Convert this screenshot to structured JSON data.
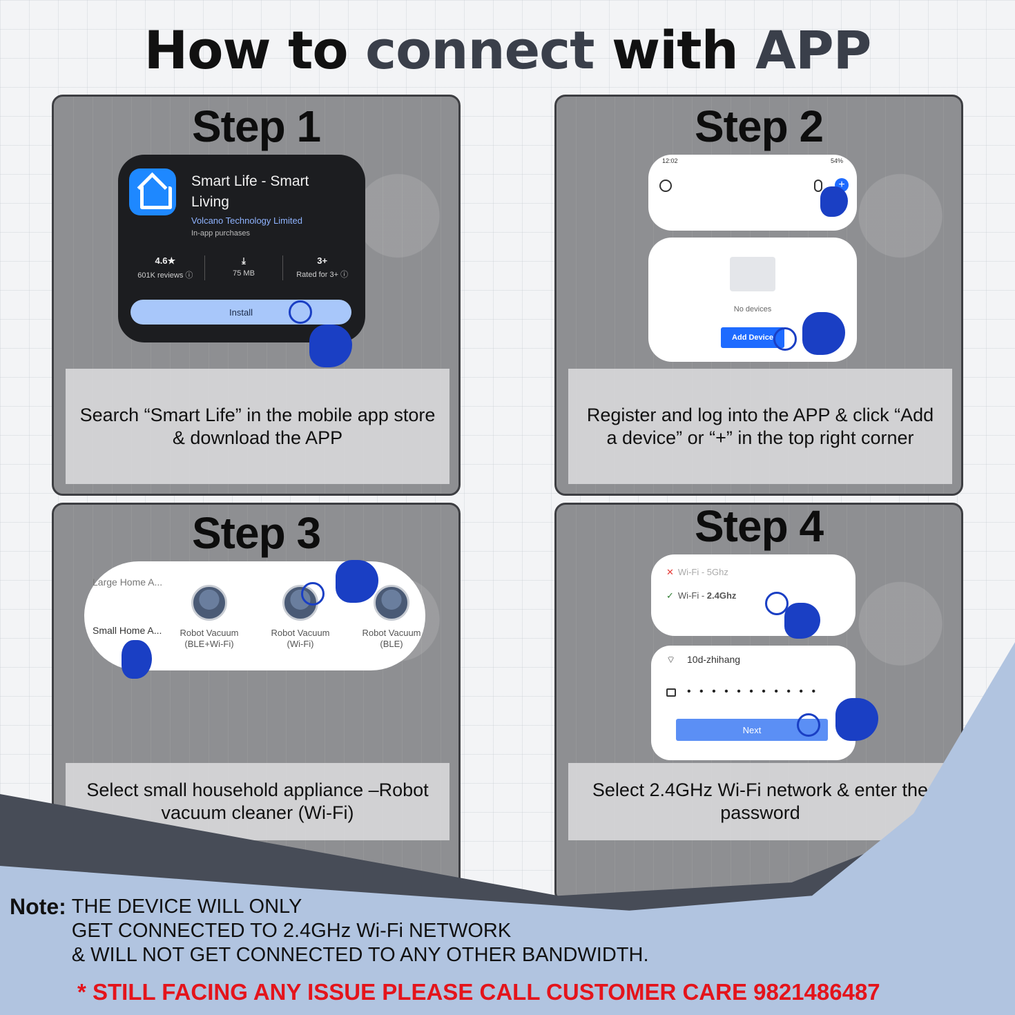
{
  "title": {
    "part1": "How to",
    "part2": "connect",
    "part3": "with",
    "part4": "APP"
  },
  "steps": [
    {
      "heading": "Step 1",
      "caption": "Search “Smart Life” in the mobile app store & download the APP",
      "store": {
        "app_name": "Smart Life - Smart Living",
        "developer": "Volcano Technology Limited",
        "iap": "In-app purchases",
        "rating": "4.6★",
        "reviews": "601K reviews ⓘ",
        "size": "75 MB",
        "age": "3+",
        "age_label": "Rated for 3+ ⓘ",
        "install_label": "Install"
      }
    },
    {
      "heading": "Step 2",
      "caption": "Register and log into the APP & click “Add a device” or “+” in the top right corner",
      "phone": {
        "time": "12:02",
        "battery": "54%",
        "plus": "+",
        "no_devices": "No devices",
        "add_device": "Add Device"
      }
    },
    {
      "heading": "Step 3",
      "caption": "Select small household appliance –Robot vacuum cleaner (Wi-Fi)",
      "categories": {
        "large": "Large Home A...",
        "small": "Small Home A...",
        "robots": [
          "Robot Vacuum (BLE+Wi-Fi)",
          "Robot Vacuum (Wi-Fi)",
          "Robot Vacuum (BLE)"
        ]
      }
    },
    {
      "heading": "Step 4",
      "caption": "Select 2.4GHz Wi-Fi network & enter the password",
      "wifi": {
        "band_5": "Wi-Fi - 5Ghz",
        "band_24_prefix": "Wi-Fi - ",
        "band_24": "2.4Ghz",
        "ssid": "10d-zhihang",
        "password": "• • • • • • • • • • •",
        "next_label": "Next"
      }
    }
  ],
  "note": {
    "label": "Note:",
    "lines": [
      "THE DEVICE WILL ONLY",
      "GET CONNECTED TO 2.4GHz Wi-Fi NETWORK",
      "& WILL NOT GET CONNECTED TO ANY OTHER BANDWIDTH."
    ]
  },
  "customer_care": "* STILL FACING ANY ISSUE PLEASE CALL CUSTOMER CARE 9821486487",
  "colors": {
    "accent_blue": "#1a3fc4",
    "care_red": "#e4141b",
    "panel_grey": "#8e8f92"
  }
}
